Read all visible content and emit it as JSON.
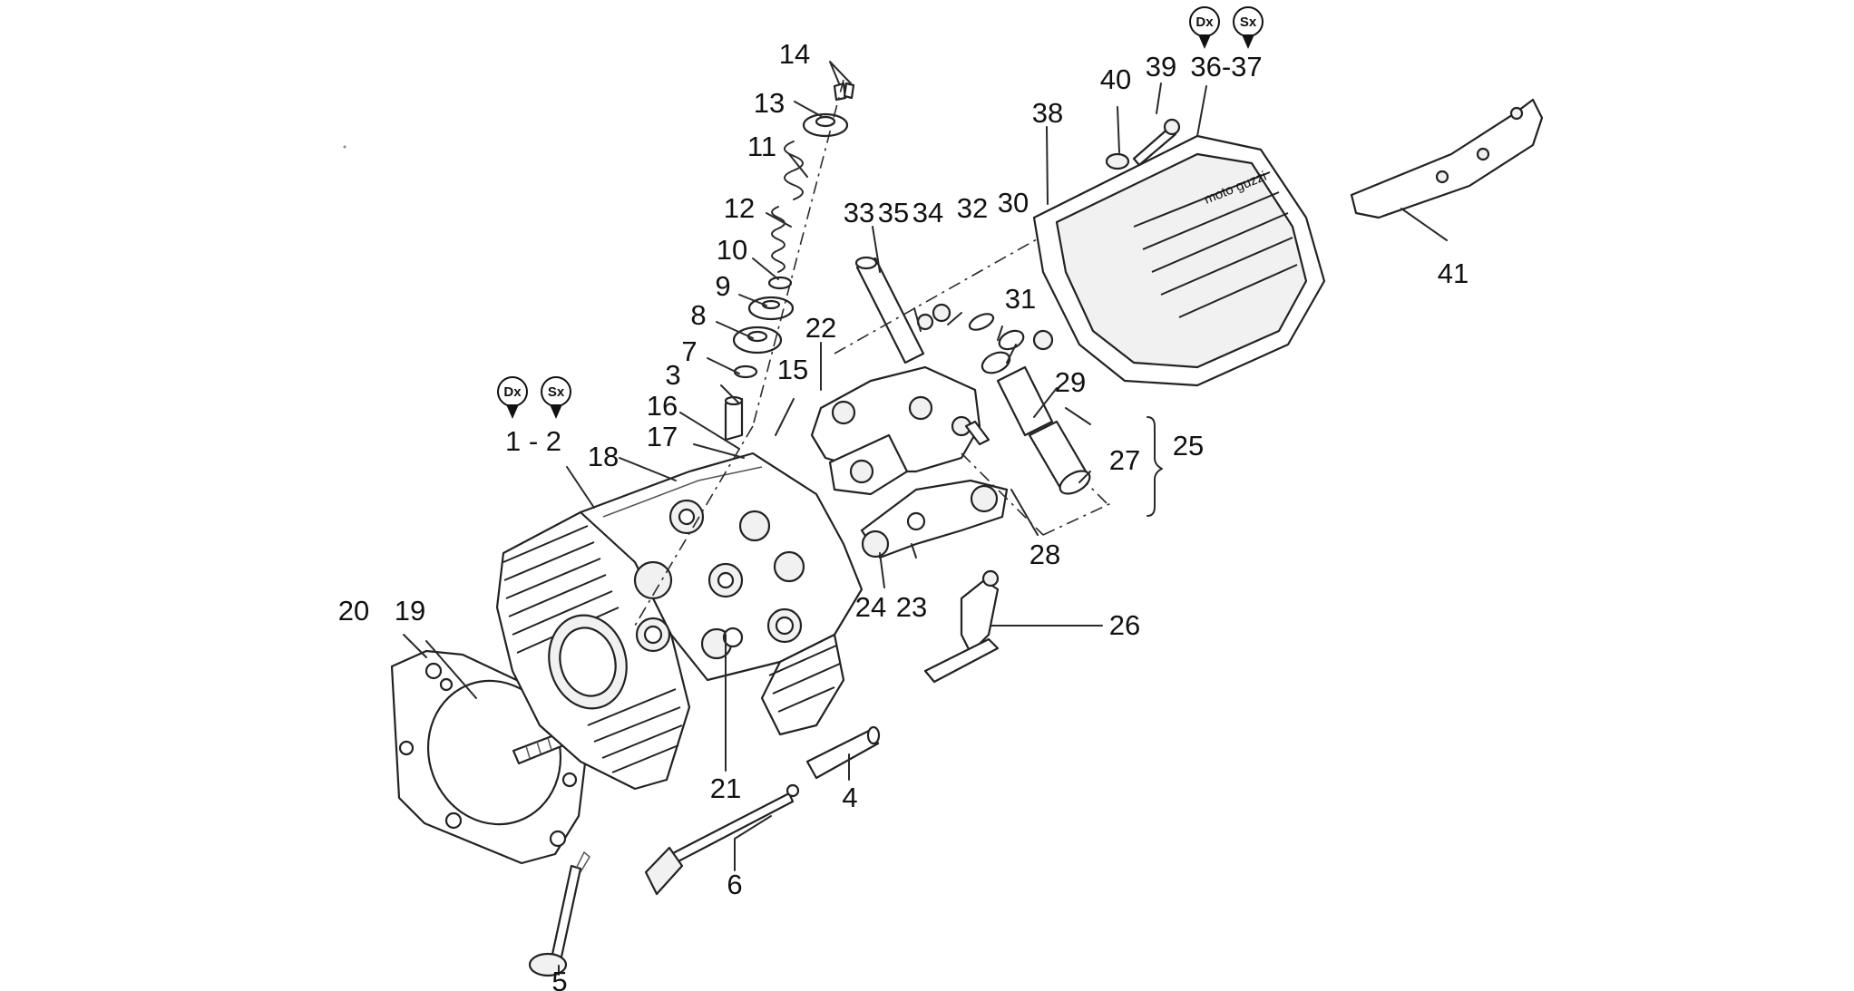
{
  "callouts": [
    {
      "id": "c1-2",
      "text": "1 - 2"
    },
    {
      "id": "c3",
      "text": "3"
    },
    {
      "id": "c4",
      "text": "4"
    },
    {
      "id": "c5",
      "text": "5"
    },
    {
      "id": "c6",
      "text": "6"
    },
    {
      "id": "c7",
      "text": "7"
    },
    {
      "id": "c8",
      "text": "8"
    },
    {
      "id": "c9",
      "text": "9"
    },
    {
      "id": "c10",
      "text": "10"
    },
    {
      "id": "c11",
      "text": "11"
    },
    {
      "id": "c12",
      "text": "12"
    },
    {
      "id": "c13",
      "text": "13"
    },
    {
      "id": "c14",
      "text": "14"
    },
    {
      "id": "c15",
      "text": "15"
    },
    {
      "id": "c16",
      "text": "16"
    },
    {
      "id": "c17",
      "text": "17"
    },
    {
      "id": "c18",
      "text": "18"
    },
    {
      "id": "c19",
      "text": "19"
    },
    {
      "id": "c20",
      "text": "20"
    },
    {
      "id": "c21",
      "text": "21"
    },
    {
      "id": "c22",
      "text": "22"
    },
    {
      "id": "c23",
      "text": "23"
    },
    {
      "id": "c24",
      "text": "24"
    },
    {
      "id": "c25",
      "text": "25"
    },
    {
      "id": "c26",
      "text": "26"
    },
    {
      "id": "c27",
      "text": "27"
    },
    {
      "id": "c28",
      "text": "28"
    },
    {
      "id": "c29",
      "text": "29"
    },
    {
      "id": "c30",
      "text": "30"
    },
    {
      "id": "c31",
      "text": "31"
    },
    {
      "id": "c32",
      "text": "32"
    },
    {
      "id": "c33",
      "text": "33"
    },
    {
      "id": "c34",
      "text": "34"
    },
    {
      "id": "c35",
      "text": "35"
    },
    {
      "id": "c36-37",
      "text": "36-37"
    },
    {
      "id": "c38",
      "text": "38"
    },
    {
      "id": "c39",
      "text": "39"
    },
    {
      "id": "c40",
      "text": "40"
    },
    {
      "id": "c41",
      "text": "41"
    }
  ],
  "side_markers": {
    "right": "Dx",
    "left": "Sx"
  },
  "cover_lettering": "moto guzzi"
}
